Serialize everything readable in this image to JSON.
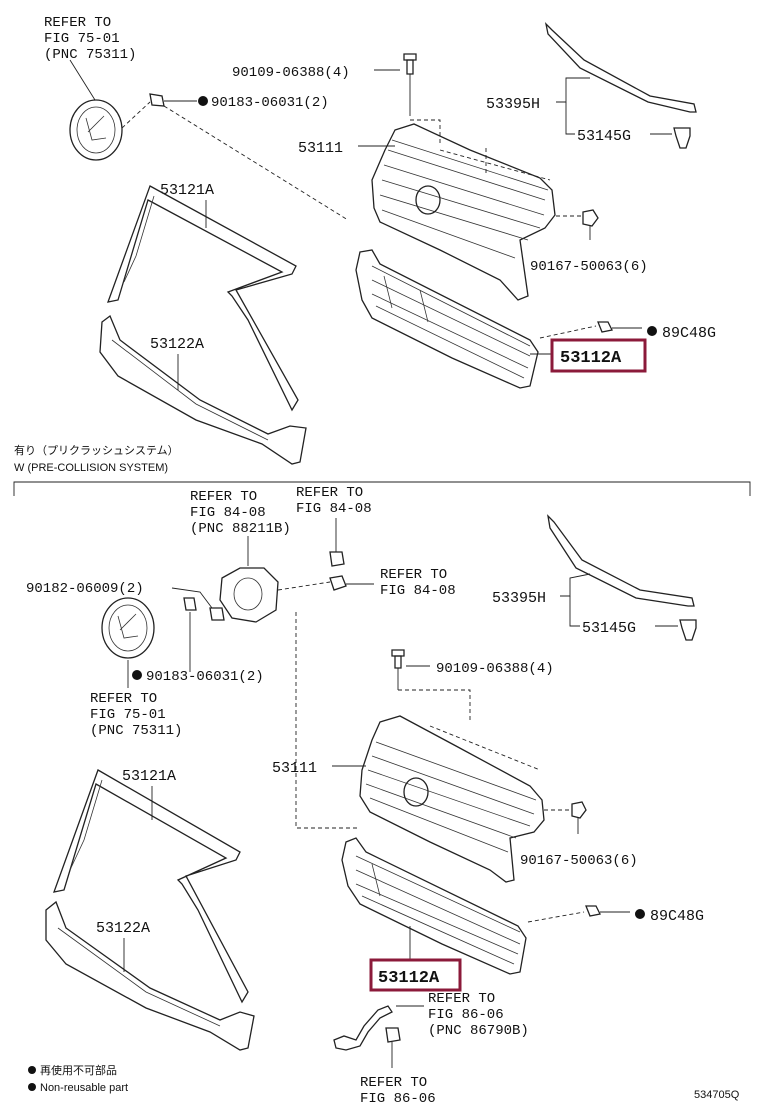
{
  "diagram": {
    "figure_code": "534705Q",
    "top_section": {
      "emblem_ref": [
        "REFER TO",
        "FIG 75-01",
        "(PNC 75311)"
      ],
      "bolt_label": "90109-06388(4)",
      "grommet_label": "90183-06031(2)",
      "grille_label": "53111",
      "molding_upper_label": "53121A",
      "molding_lower_label": "53122A",
      "strip_label": "53395H",
      "clip_label": "53145G",
      "nut_label": "90167-50063(6)",
      "screw_label": "89C48G",
      "highlight_label": "53112A",
      "variant_jp": "有り（プリクラッシュシステム）",
      "variant_en": "W (PRE-COLLISION SYSTEM)"
    },
    "bottom_section": {
      "sensor_ref": [
        "REFER TO",
        "FIG 84-08",
        "(PNC 88211B)"
      ],
      "bracket_ref": [
        "REFER TO",
        "FIG 84-08"
      ],
      "bolt2_label": "90182-06009(2)",
      "emblem_ref": [
        "REFER TO",
        "FIG 75-01",
        "(PNC 75311)"
      ],
      "grommet_label": "90183-06031(2)",
      "bolt_label": "90109-06388(4)",
      "grille_label": "53111",
      "molding_upper_label": "53121A",
      "molding_lower_label": "53122A",
      "strip_label": "53395H",
      "clip_label": "53145G",
      "nut_label": "90167-50063(6)",
      "screw_label": "89C48G",
      "highlight_label": "53112A",
      "harness_ref": [
        "REFER TO",
        "FIG 86-06",
        "(PNC 86790B)"
      ],
      "bottom_ref": [
        "REFER TO",
        "FIG 86-06"
      ]
    },
    "legend": {
      "jp": "再使用不可部品",
      "en": "Non-reusable part"
    },
    "colors": {
      "highlight": "#8b1a3a",
      "line": "#222222"
    }
  }
}
